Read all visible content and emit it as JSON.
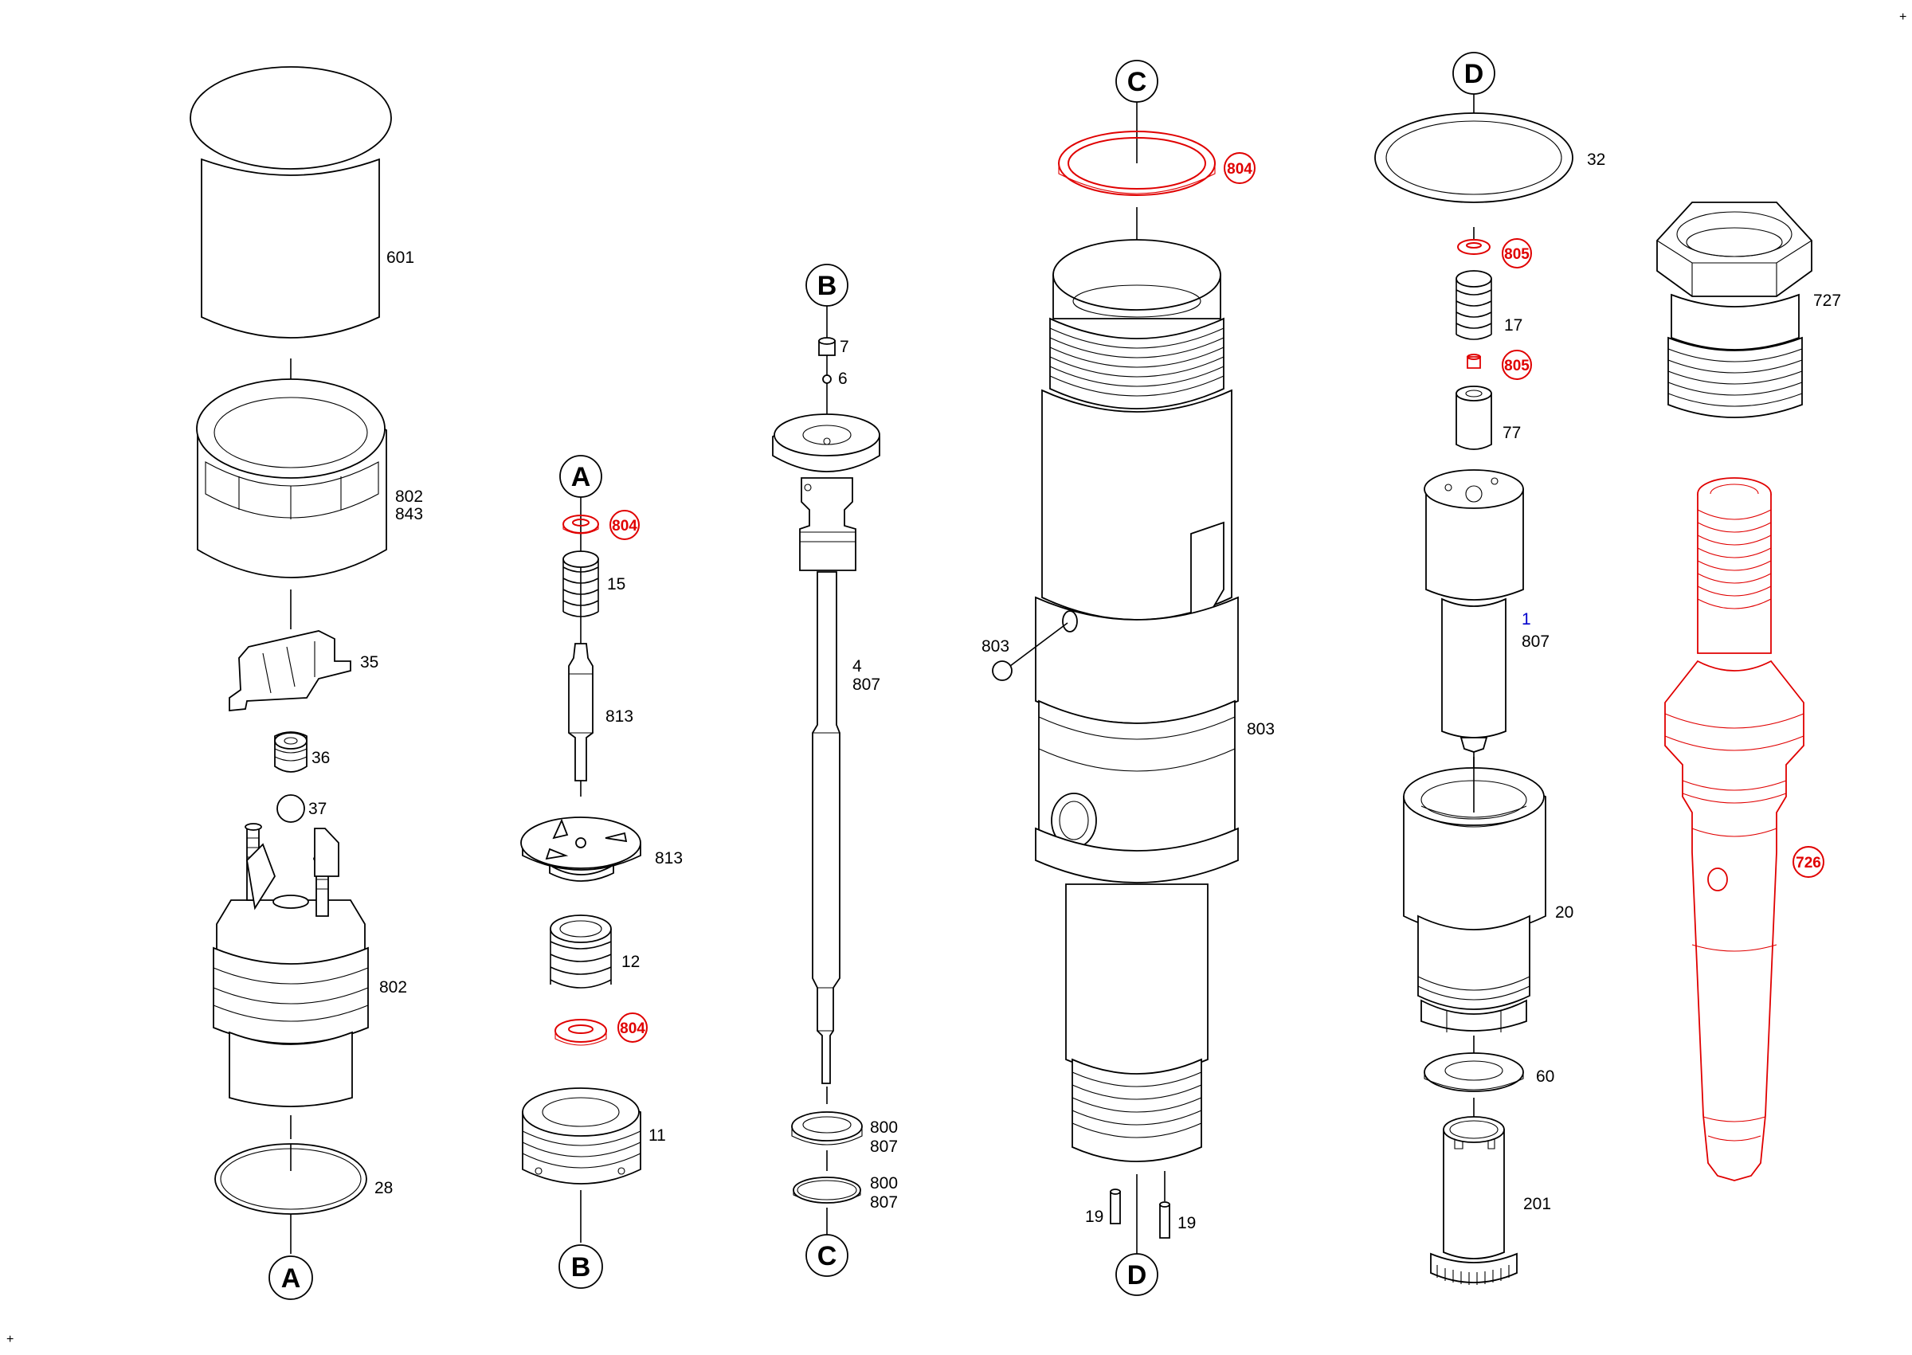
{
  "sections": {
    "a_top": "A",
    "a_bottom": "A",
    "b_top": "B",
    "b_bottom": "B",
    "c_top": "C",
    "c_bottom": "C",
    "d_top": "D",
    "d_bottom": "D"
  },
  "labels": {
    "p601": "601",
    "p802_top": "802",
    "p843": "843",
    "p35": "35",
    "p36": "36",
    "p37": "37",
    "p802_body": "802",
    "p28": "28",
    "p804_a": "804",
    "p15": "15",
    "p813_pin": "813",
    "p813_plate": "813",
    "p12": "12",
    "p804_b": "804",
    "p11": "11",
    "p7": "7",
    "p6": "6",
    "p4": "4",
    "p807_valve": "807",
    "p800_a": "800",
    "p807_a": "807",
    "p800_b": "800",
    "p807_b": "807",
    "p804_c": "804",
    "p803_ball": "803",
    "p803_body": "803",
    "p19_left": "19",
    "p19_right": "19",
    "p32": "32",
    "p805_a": "805",
    "p17": "17",
    "p805_b": "805",
    "p77": "77",
    "p1": "1",
    "p807_nozzle": "807",
    "p20": "20",
    "p60": "60",
    "p201": "201",
    "p727": "727",
    "p726": "726"
  },
  "colors": {
    "highlight": "#e00000",
    "reference": "#0000cc",
    "line": "#000000"
  }
}
